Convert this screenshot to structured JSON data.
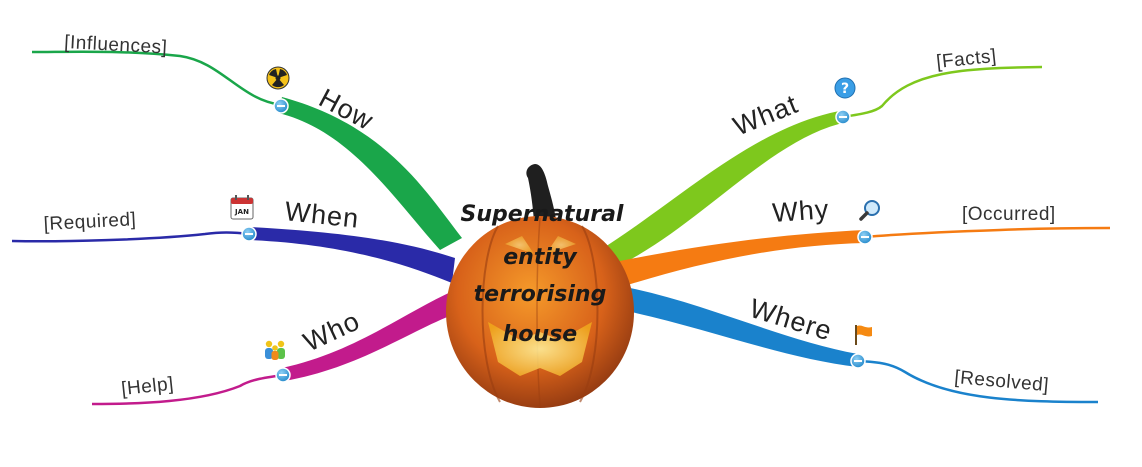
{
  "central_topic": {
    "lines": [
      "Supernatural",
      "entity",
      "terrorising",
      "house"
    ]
  },
  "branches": [
    {
      "id": "how",
      "label": "How",
      "color": "#1aa64a",
      "icon": "radiation-icon",
      "child": "[Influences]"
    },
    {
      "id": "when",
      "label": "When",
      "color": "#2a2aa8",
      "icon": "calendar-icon",
      "icon_text": "JAN",
      "child": "[Required]"
    },
    {
      "id": "who",
      "label": "Who",
      "color": "#c21b8c",
      "icon": "people-icon",
      "child": "[Help]"
    },
    {
      "id": "what",
      "label": "What",
      "color": "#7ec81d",
      "icon": "question-icon",
      "icon_text": "?",
      "child": "[Facts]"
    },
    {
      "id": "why",
      "label": "Why",
      "color": "#f57b12",
      "icon": "magnifier-icon",
      "child": "[Occurred]"
    },
    {
      "id": "where",
      "label": "Where",
      "color": "#1a82cc",
      "icon": "flag-icon",
      "child": "[Resolved]"
    }
  ]
}
